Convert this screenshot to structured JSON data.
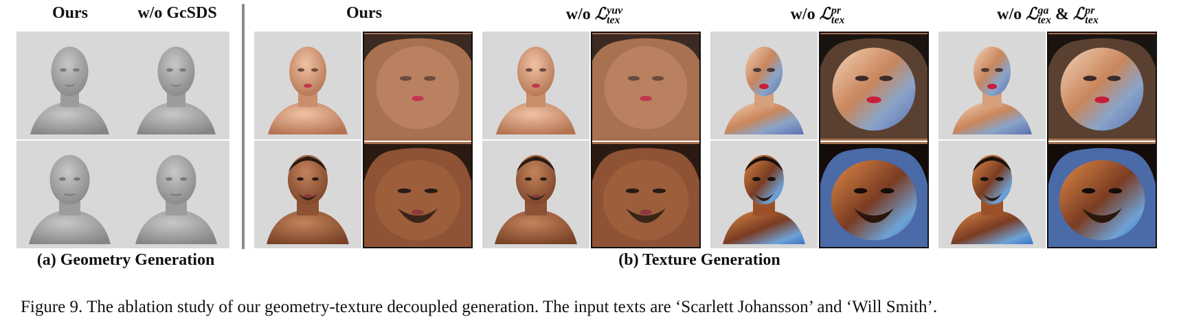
{
  "geometry_headers": [
    "Ours",
    "w/o GcSDS"
  ],
  "texture_headers": [
    {
      "prefix": "Ours",
      "symbol": "",
      "sup1": "",
      "amp": "",
      "symbol2": "",
      "sup2": "",
      "sub": ""
    },
    {
      "prefix": "w/o ",
      "symbol": "ℒ",
      "sup1": "yuv",
      "amp": "",
      "symbol2": "",
      "sup2": "",
      "sub": "tex"
    },
    {
      "prefix": "w/o ",
      "symbol": "ℒ",
      "sup1": "pr",
      "amp": "",
      "symbol2": "",
      "sup2": "",
      "sub": "tex"
    },
    {
      "prefix": "w/o ",
      "symbol": "ℒ",
      "sup1": "ga",
      "amp": " & ",
      "symbol2": "ℒ",
      "sup2": "pr",
      "sub": "tex"
    }
  ],
  "subcaptions": {
    "geometry": "(a) Geometry Generation",
    "texture": "(b) Texture Generation"
  },
  "caption": "Figure 9. The ablation study of our geometry-texture decoupled generation. The input texts are ‘Scarlett Johansson’ and ‘Will Smith’."
}
